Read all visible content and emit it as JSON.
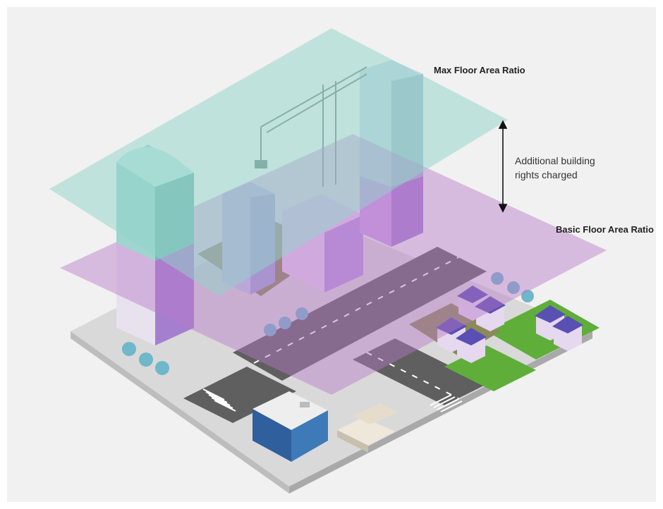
{
  "labels": {
    "max_far": "Max Floor Area Ratio",
    "basic_far": "Basic Floor Area Ratio",
    "additional_line1": "Additional building",
    "additional_line2": "rights charged"
  },
  "colors": {
    "panel": "#f1f1f1",
    "max_plane": "#9fd8cf",
    "basic_plane": "#cfa3d9",
    "road": "#6a6a6a",
    "sidewalk": "#d6d6d6",
    "grass": "#5fae3a",
    "tower_glass": "#9fd4cf",
    "purple_building": "#c8a2e6"
  }
}
